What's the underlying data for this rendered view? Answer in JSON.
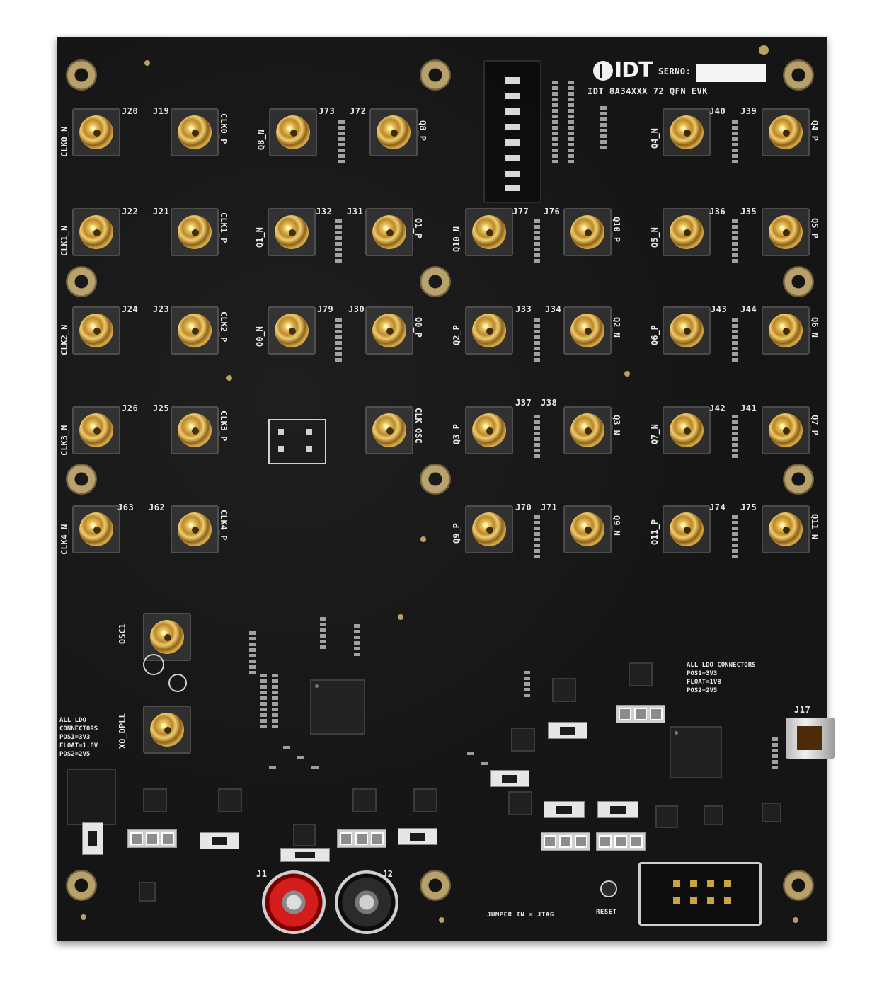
{
  "board": {
    "brand": "IDT",
    "serno_label": "SERNO:",
    "part_label": "IDT 8A34XXX 72 QFN EVK",
    "usb_label": "J17",
    "reset_label": "RESET",
    "jumper_note": "JUMPER IN = JTAG",
    "ldo_note_right": [
      "ALL LDO CONNECTORS",
      "POS1=3V3",
      "FLOAT=1V8",
      "POS2=2V5"
    ],
    "ldo_note_left": [
      "ALL LDO",
      "CONNECTORS",
      "POS1=3V3",
      "FLOAT=1.8V",
      "POS2=2V5"
    ],
    "clk_osc_label": "CLK OSC",
    "osc_label": "OSC1",
    "xo_label": "XO_DPLL",
    "jack_labels": [
      "J1",
      "J2"
    ]
  },
  "connectors": [
    {
      "ref": "J20",
      "net": "CLK0_N"
    },
    {
      "ref": "J19",
      "net": "CLK0_P"
    },
    {
      "ref": "J73",
      "net": "Q8_N"
    },
    {
      "ref": "J72",
      "net": "Q8_P"
    },
    {
      "ref": "J40",
      "net": "Q4_N"
    },
    {
      "ref": "J39",
      "net": "Q4_P"
    },
    {
      "ref": "J22",
      "net": "CLK1_N"
    },
    {
      "ref": "J21",
      "net": "CLK1_P"
    },
    {
      "ref": "J32",
      "net": "Q1_N"
    },
    {
      "ref": "J31",
      "net": "Q1_P"
    },
    {
      "ref": "J77",
      "net": "Q10_N"
    },
    {
      "ref": "J76",
      "net": "Q10_P"
    },
    {
      "ref": "J36",
      "net": "Q5_N"
    },
    {
      "ref": "J35",
      "net": "Q5_P"
    },
    {
      "ref": "J24",
      "net": "CLK2_N"
    },
    {
      "ref": "J23",
      "net": "CLK2_P"
    },
    {
      "ref": "J79",
      "net": "Q0_N"
    },
    {
      "ref": "J30",
      "net": "Q0_P"
    },
    {
      "ref": "J33",
      "net": "Q2_P"
    },
    {
      "ref": "J34",
      "net": "Q2_N"
    },
    {
      "ref": "J43",
      "net": "Q6_P"
    },
    {
      "ref": "J44",
      "net": "Q6_N"
    },
    {
      "ref": "J26",
      "net": "CLK3_N"
    },
    {
      "ref": "J25",
      "net": "CLK3_P"
    },
    {
      "ref": "J37",
      "net": "Q3_P"
    },
    {
      "ref": "J38",
      "net": "Q3_N"
    },
    {
      "ref": "J42",
      "net": "Q7_N"
    },
    {
      "ref": "J41",
      "net": "Q7_P"
    },
    {
      "ref": "J63",
      "net": "CLK4_N"
    },
    {
      "ref": "J62",
      "net": "CLK4_P"
    },
    {
      "ref": "J70",
      "net": "Q9_P"
    },
    {
      "ref": "J71",
      "net": "Q9_N"
    },
    {
      "ref": "J74",
      "net": "Q11_P"
    },
    {
      "ref": "J75",
      "net": "Q11_N"
    }
  ],
  "colors": {
    "board": "#151515",
    "gold": "#d7a944",
    "silkscreen": "#e8e8e8",
    "red_post": "#d51c1c"
  }
}
